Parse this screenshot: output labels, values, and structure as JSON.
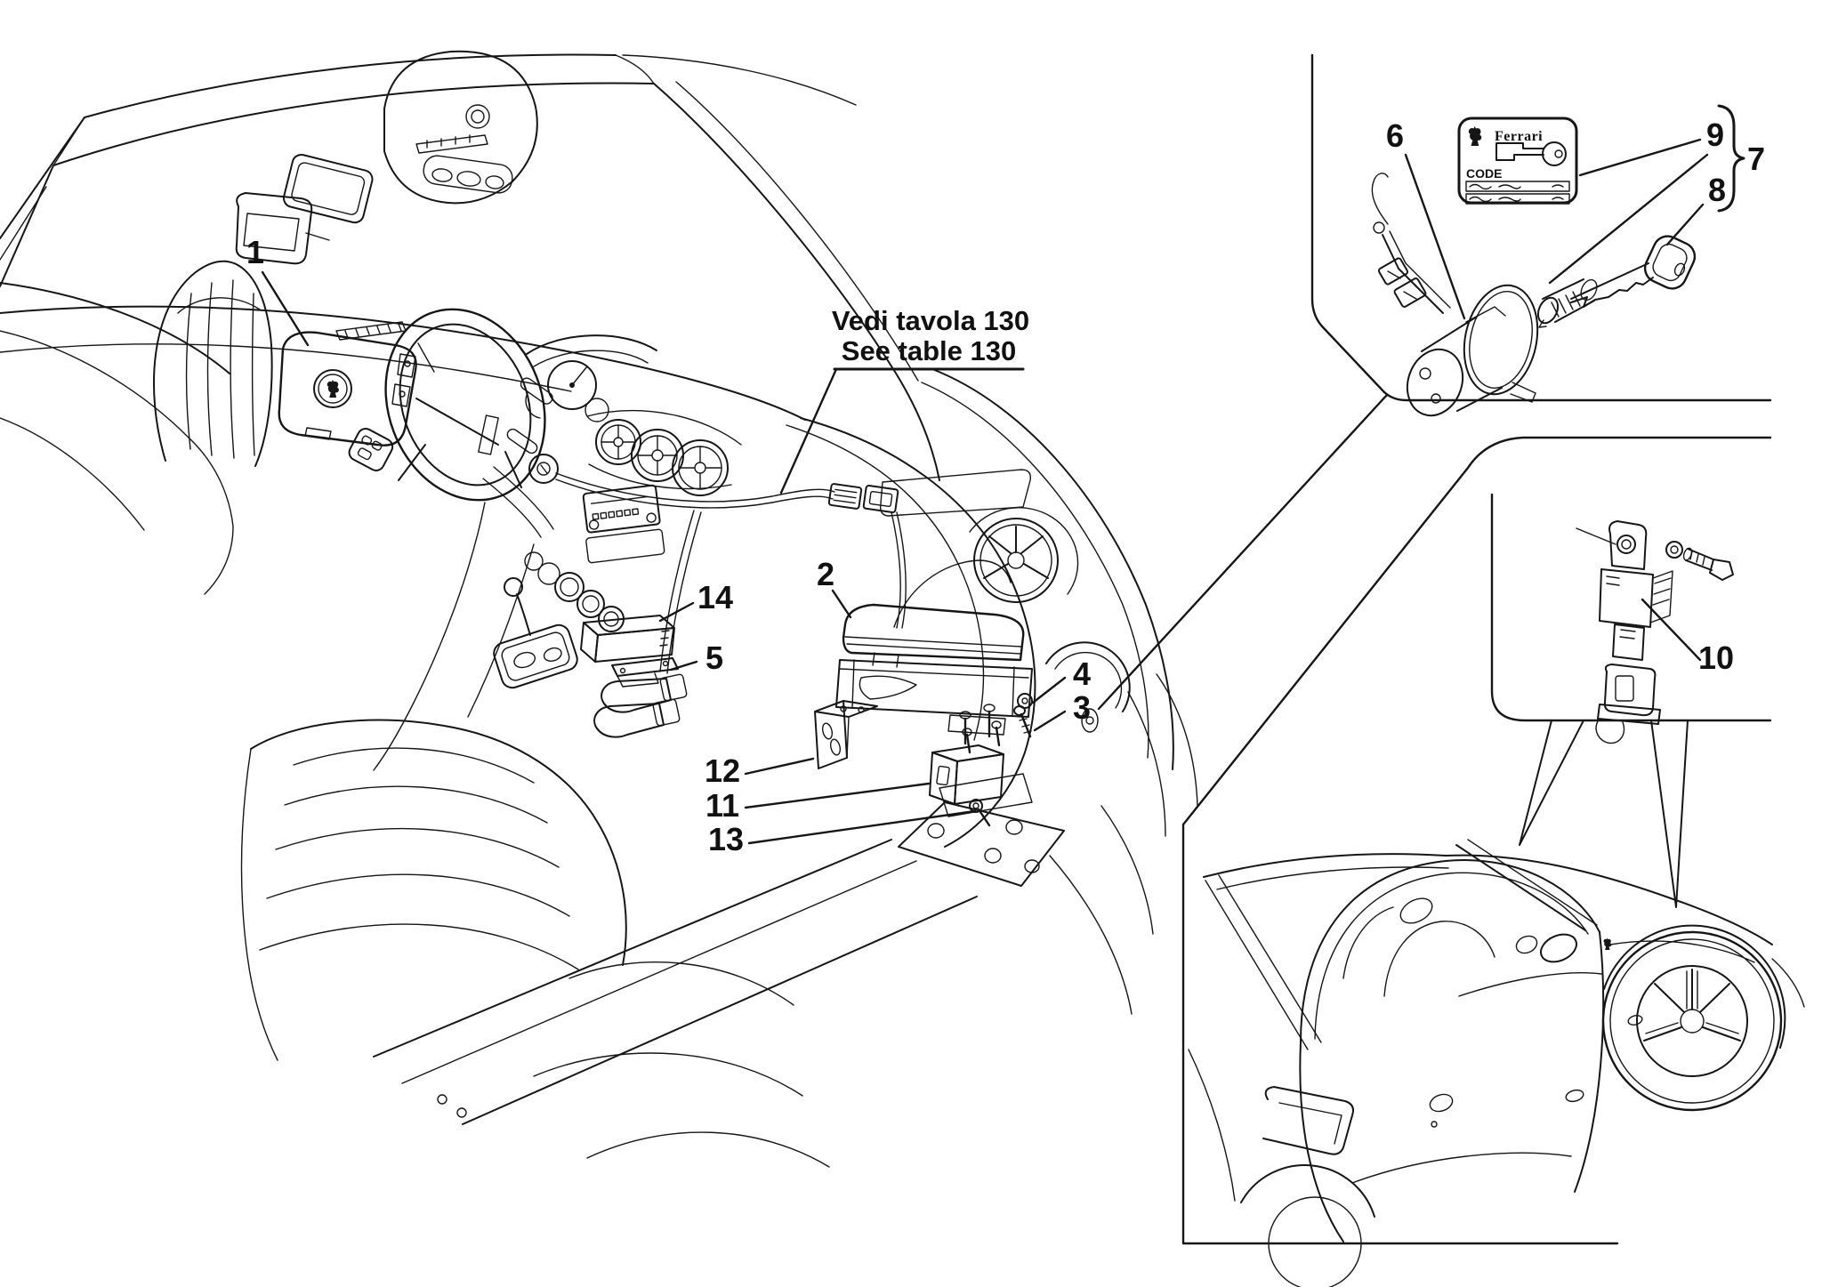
{
  "figure": {
    "kind": "airbag-system-parts-diagram",
    "note": {
      "line1": "Vedi tavola 130",
      "line2": "See table 130"
    },
    "key_card": {
      "brand": "Ferrari",
      "code_label": "CODE"
    },
    "callouts": {
      "c1": "1",
      "c2": "2",
      "c3": "3",
      "c4": "4",
      "c5": "5",
      "c6": "6",
      "c7": "7",
      "c8": "8",
      "c9": "9",
      "c10": "10",
      "c11": "11",
      "c12": "12",
      "c13": "13",
      "c14": "14"
    },
    "colors": {
      "ink": "#161616",
      "paper": "#ffffff"
    }
  }
}
